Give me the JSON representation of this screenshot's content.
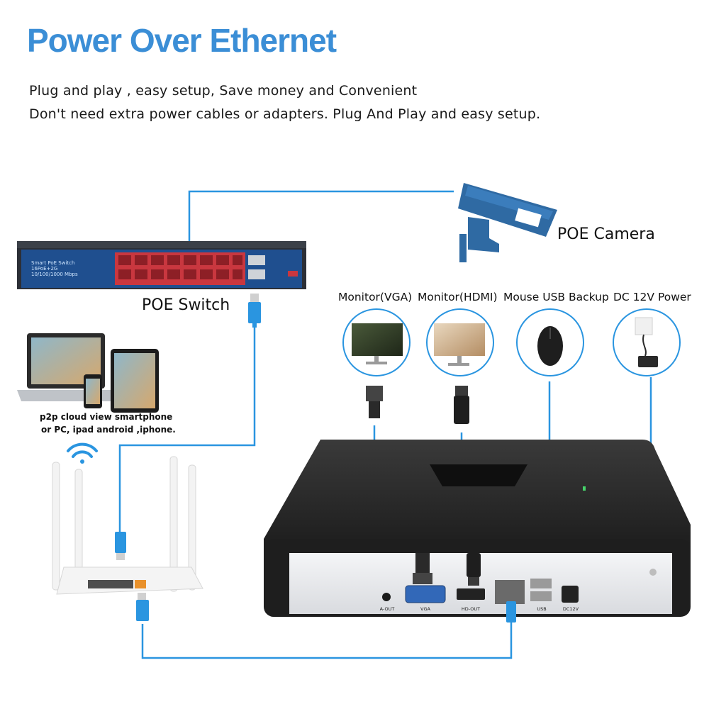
{
  "colors": {
    "accent": "#3b8ed6",
    "cable": "#2a95e0",
    "switch_body": "#1f4f8f",
    "port_red": "#c9373f",
    "camera_blue": "#2f6aa3",
    "nvr_black": "#1f1f1f"
  },
  "header": {
    "title": "Power Over Ethernet",
    "line1": "Plug and play , easy setup, Save money and Convenient",
    "line2": "Don't need extra power cables or adapters. Plug And Play and easy setup."
  },
  "labels": {
    "camera": "POE Camera",
    "switch": "POE Switch",
    "monitor_vga": "Monitor(VGA)",
    "monitor_hdmi": "Monitor(HDMI)",
    "mouse": "Mouse USB Backup",
    "power": "DC 12V Power",
    "p2p_line1": "p2p cloud  view smartphone",
    "p2p_line2": "or PC, ipad android ,iphone."
  },
  "switch_panel": {
    "name": "Smart PoE Switch",
    "model": "16PoE+2G",
    "speed": "10/100/1000 Mbps"
  },
  "nvr_ports": {
    "audio": "A-OUT",
    "vga": "VGA",
    "hdmi": "HD-OUT",
    "usb": "USB",
    "dc": "DC12V"
  },
  "icons": [
    "camera-icon",
    "switch-icon",
    "laptop-icon",
    "tablet-icon",
    "phone-icon",
    "wifi-icon",
    "router-icon",
    "monitor-icon",
    "mouse-icon",
    "power-adapter-icon",
    "nvr-icon",
    "ethernet-plug-icon",
    "vga-plug-icon",
    "hdmi-plug-icon"
  ]
}
